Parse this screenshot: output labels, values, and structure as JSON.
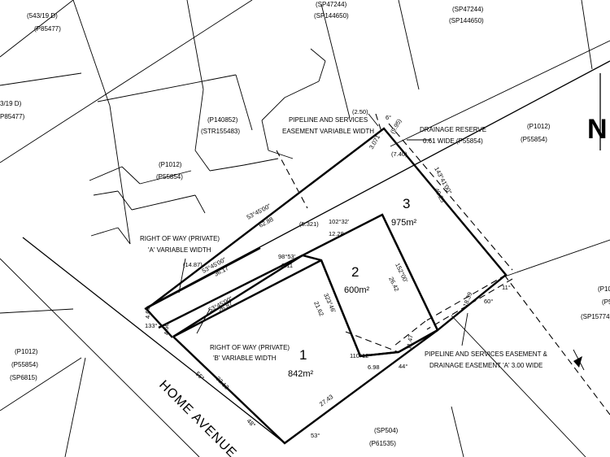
{
  "labels": {
    "tl1": "(543/19 D)",
    "tl2": "(P85477)",
    "ml1": "3/19 D)",
    "ml2": "P85477)",
    "top1a": "(SP47244)",
    "top1b": "(SP144650)",
    "top2a": "(SP47244)",
    "top2b": "(SP144650)",
    "p1a": "(P140852)",
    "p1b": "(STR155483)",
    "p2a": "(P1012)",
    "p2b": "(P55854)",
    "pr1": "(P1012)",
    "pr2": "(P55854)",
    "pl1": "(P1012)",
    "pl2": "(P55854)",
    "pl3": "(SP6815)",
    "sb1": "(SP504)",
    "sb2": "(P61535)",
    "re1": "(P10",
    "re2": "(P5",
    "re3": "(SP15774)"
  },
  "annotations": {
    "pipeline_top_1": "PIPELINE AND SERVICES",
    "pipeline_top_2": "EASEMENT VARIABLE WIDTH",
    "drainage_1": "DRAINAGE RESERVE",
    "drainage_2": "0.61 WIDE (P55854)",
    "row_a_1": "RIGHT OF WAY (PRIVATE)",
    "row_a_2": "'A' VARIABLE WIDTH",
    "row_b_1": "RIGHT OF WAY (PRIVATE)",
    "row_b_2": "'B' VARIABLE WIDTH",
    "pipe_bottom_1": "PIPELINE AND SERVICES EASEMENT &",
    "pipe_bottom_2": "DRAINAGE EASEMENT 'A' 3.00 WIDE"
  },
  "lots": [
    {
      "number": "1",
      "area": "842m²"
    },
    {
      "number": "2",
      "area": "600m²"
    },
    {
      "number": "3",
      "area": "975m²"
    }
  ],
  "road": "HOME AVENUE",
  "north": "N",
  "dims": {
    "d250": "(2.50)",
    "d6": "6°",
    "d995": "(9.95)",
    "d3071": "3.071",
    "d740": "(7.40)",
    "b1": "53°45'00\"",
    "d6288": "62.88",
    "d5321": "(5.321)",
    "b2": "102°32'",
    "d1228": "12.28",
    "b3": "143°41'00\"",
    "d4025": "40.25",
    "d1487": "(14.87)",
    "b4": "53°45'00\"",
    "d3617": "36.17",
    "b5": "98°53'",
    "d311": "3.11",
    "b6": "53°45'00\"",
    "d2687": "26.87",
    "b7": "323°46'",
    "d2162": "21.62",
    "b8": "152°00'",
    "d2642": "26.42",
    "d466a": "4.66",
    "d466b": "4.66",
    "d133": "133°",
    "d3212": "32.12",
    "d55": "55°",
    "d48": "48°",
    "d2743": "27.43",
    "d53": "53°",
    "b9": "110°12'",
    "d698": "6.98",
    "d1147": "11.47",
    "d44": "44°",
    "d1839": "18.39",
    "d60": "60°",
    "d11": "11°"
  }
}
